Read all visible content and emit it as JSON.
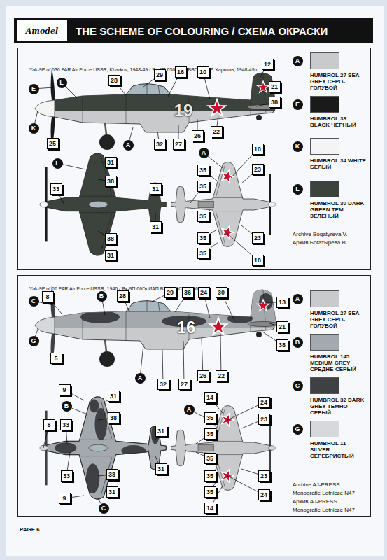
{
  "diagram": {
    "title": "THE SCHEME OF COLOURING / СХЕМА ОКРАСКИ",
    "nodes": [
      {
        "text": [
          "Yak-9P of 636 FAR Air Force USSR, Kharkov, 1948-49 / Як-9П 636 ИАП ВВС СССР, Харьков, 1948-49 г."
        ]
      },
      {
        "text": [
          "Yak-9P of 66 FAR Air Force USSR, 1946 / Як-9П 66Гв.ИАП ВВС СССР, 1946 г."
        ]
      }
    ],
    "labels": [
      "Amodel",
      "E",
      "L",
      "28",
      "29",
      "16",
      "10",
      "12",
      "21",
      "38",
      "K",
      "25",
      "A",
      "32",
      "27",
      "26",
      "22",
      "19",
      "L",
      "31",
      "38",
      "33",
      "31",
      "31",
      "38",
      "31",
      "A",
      "10",
      "35",
      "23",
      "35",
      "35",
      "35",
      "23",
      "35",
      "10",
      "A",
      "E",
      "K",
      "L",
      "Archive Bogatyreva V.",
      "Архив Богатырева В.",
      "C",
      "8",
      "B",
      "28",
      "29",
      "36",
      "24",
      "30",
      "13",
      "21",
      "38",
      "G",
      "5",
      "A",
      "32",
      "27",
      "26",
      "22",
      "16",
      "9",
      "B",
      "31",
      "38",
      "8",
      "33",
      "31",
      "31",
      "33",
      "38",
      "31",
      "9",
      "C",
      "A",
      "14",
      "24",
      "35",
      "23",
      "35",
      "35",
      "35",
      "23",
      "35",
      "24",
      "14",
      "A",
      "B",
      "C",
      "G",
      "Archive AJ-PRESS",
      "Monografie Lotnicze N47",
      "Архив AJ-PRESS",
      "Monografie Lotnicze N47",
      "PAGE 6"
    ],
    "legend": [
      {
        "text": "HUMBROL 27 SEA GREY СЕРО-ГОЛУБОЙ",
        "color": "#c8cacc"
      },
      {
        "text": "HUMBROL 33 BLACK ЧЕРНЫЙ",
        "color": "#1a1a1a"
      },
      {
        "text": "HUMBROL 34 WHITE БЕЛЫЙ",
        "color": "#f4f4f4"
      },
      {
        "text": "HUMBROL 30 DARK GREEN ТЕМ. ЗЕЛЕНЫЙ",
        "color": "#3c423c"
      },
      {
        "text": "HUMBROL 27 SEA GREY СЕРО-ГОЛУБОЙ",
        "color": "#c8cacc"
      },
      {
        "text": "HUMBROL 145 MEDIUM GREY СРЕДНЕ-СЕРЫЙ",
        "color": "#a4a9ad"
      },
      {
        "text": "HUMBROL 32 DARK GREY ТЕМНО-СЕРЫЙ",
        "color": "#3e4043"
      },
      {
        "text": "HUMBROL 11 SILVER СЕРЕБРИСТЫЙ",
        "color": "#d6d8da"
      }
    ]
  }
}
